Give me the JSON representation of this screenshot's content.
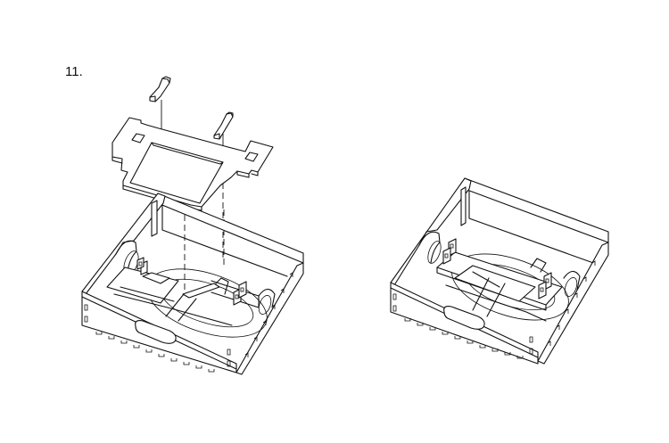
{
  "step": {
    "number": "11."
  },
  "figures": [
    {
      "id": "exploded-view",
      "description": "Exploded view: frame plate with two clips above open box with internal rails and circular recess",
      "parts": [
        "clip-left",
        "clip-right",
        "frame-plate",
        "box-open"
      ]
    },
    {
      "id": "assembled-view",
      "description": "Assembled view: box with frame installed"
    }
  ],
  "colors": {
    "line": "#111111",
    "background": "#ffffff"
  }
}
